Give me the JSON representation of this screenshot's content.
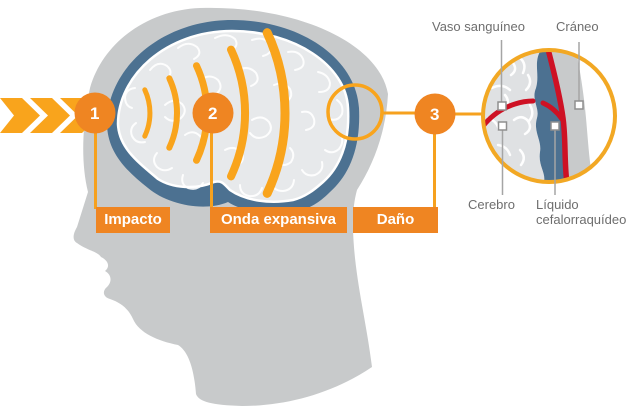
{
  "diagram": {
    "steps": [
      {
        "number": "1",
        "label": "Impacto"
      },
      {
        "number": "2",
        "label": "Onda expansiva"
      },
      {
        "number": "3",
        "label": "Daño"
      }
    ],
    "inset": {
      "top_left_label": "Vaso sanguíneo",
      "top_right_label": "Cráneo",
      "bottom_left_label": "Cerebro",
      "bottom_right_label": "Líquido cefalorraquídeo"
    },
    "colors": {
      "head": "#C8CACB",
      "brain": "#E7E9EB",
      "brain2": "#DFE1E3",
      "csf": "#4C7191",
      "wave": "#F9A41C",
      "step": "#EF8522",
      "connector": "#F6A11E",
      "vessel": "#CE1124",
      "ring": "#F2A824",
      "label": "#6E6E6E"
    }
  }
}
